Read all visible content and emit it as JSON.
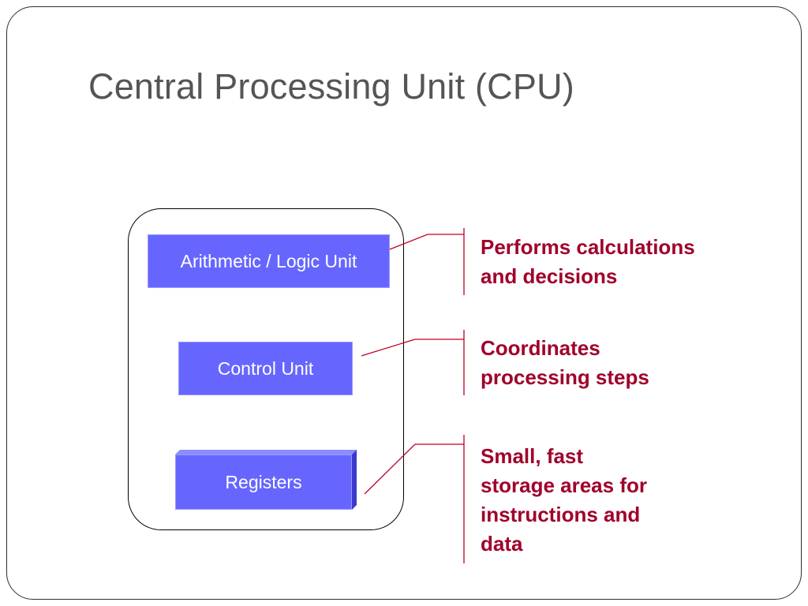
{
  "slide": {
    "title": "Central Processing Unit (CPU)"
  },
  "units": {
    "alu": "Arithmetic / Logic Unit",
    "control": "Control Unit",
    "registers": "Registers"
  },
  "descriptions": {
    "alu": [
      "Performs calculations",
      "and decisions"
    ],
    "control": [
      "Coordinates",
      "processing steps"
    ],
    "registers": [
      "Small, fast",
      "storage areas for",
      "instructions and",
      "data"
    ]
  },
  "colors": {
    "title": "#555555",
    "box_fill": "#6666ff",
    "box_text": "#ffffff",
    "description_text": "#a0002a",
    "connector_line": "#c0001f",
    "frame": "#000000"
  }
}
